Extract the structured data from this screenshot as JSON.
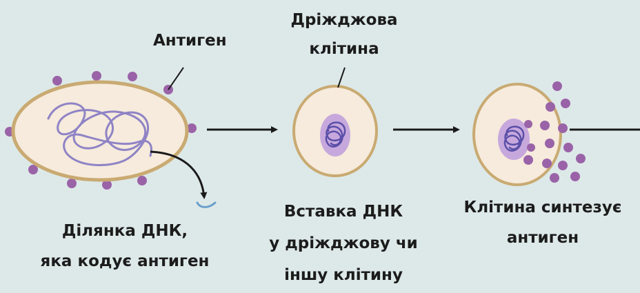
{
  "labels": {
    "antigen": "Антиген",
    "yeast_cell_line1": "Дріжджова",
    "yeast_cell_line2": "клітина",
    "dna_segment_line1": "Ділянка ДНК,",
    "dna_segment_line2": "яка кодує антиген",
    "insert_line1": "Вставка ДНК",
    "insert_line2": "у дріжджову чи",
    "insert_line3": "іншу клітину",
    "synth_line1": "Клітина синтезує",
    "synth_line2": "антиген"
  },
  "colors": {
    "background": "#dde9e8",
    "cell_fill": "#f6ebdc",
    "cell_border": "#c9aa72",
    "dna_strand": "#8f83c6",
    "nucleus": "#c7a8dd",
    "antigen_dot": "#9a63a8",
    "arrow": "#1a1a1a"
  }
}
